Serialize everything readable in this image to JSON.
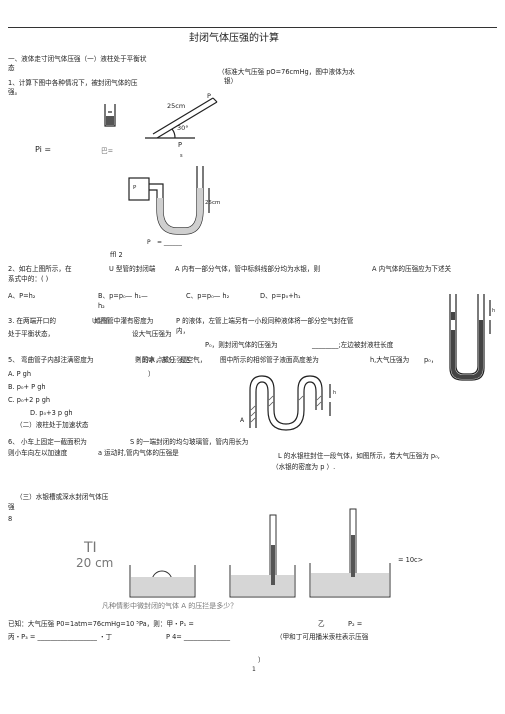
{
  "title": "封闭气体压强的计算",
  "sec1": "一、液体走寸闭气体压强（一）液柱处于平衡状",
  "sec1b": "态",
  "note": "（标准大气压强 pO=76cmHg，图中液体为水",
  "note2": "银）",
  "q1": "1、计算下图中各种情况下，被封闭气体的压",
  "q1b": "强。",
  "fig1": {
    "l25": "25cm",
    "l30": "30°",
    "lp": "P"
  },
  "pi": "Pi =",
  "ba": "巴=",
  "ps": "P",
  "ps2": "s",
  "fig2": {
    "pb": "P",
    "l25": "25cm",
    "pb2": "P",
    "blank": "= ______"
  },
  "ffl": "ffl 2",
  "q2": "2、如右上图所示，在",
  "q2a": "U 型管的封闭端",
  "q2b": "A 内有一部分气体，管中标斜线部分均为水银，则",
  "q2c": "A 内气体的压强应为下述关",
  "q2d": "系式中的：( )",
  "optA": "A、P=h₂",
  "optB": "B、p=p₀—  h₁—",
  "optB2": "h₂",
  "optC": "C、p=p₀—  h₂",
  "optD": "D、p=p₀+h₁",
  "q3": "3. 在两端开口的",
  "q3a": "如图管中灌有密度为",
  "q3b": "U型管",
  "q3c": "P 的液体，左管上端另有一小段同种液体将一部分空气封在管",
  "q3d": "内，",
  "q3e": "设大气压强为",
  "q3f": "处于平衡状态，",
  "q3g": "P₀，则封闭气体的压强为",
  "q3h": "________;左边被封液柱长度",
  "q5": "5、  弯曲管子内部注满密度为",
  "q5a": "P 的水，部分",
  "q5b": "是空气，",
  "q5c": "图中所示的相邻管子液面高度差为",
  "q5d": "h,大气压强为",
  "q5e": "p₀，",
  "q5f": "则图中",
  "q5g": "A 点的压强是（",
  "q5h": "）",
  "a5A": "A.   P gh",
  "a5B": "B.  p₀+ P gh",
  "a5C": "C.  p₀+2 p gh",
  "a5D": "D. p₀+3 p gh",
  "sec2": "（二）液柱处于加速状态",
  "q6": "6、  小车上固定一截面积为",
  "q6a": "S 的一端封闭的均匀玻璃管，管内用长为",
  "q6b": "则小车向左以加速度",
  "q6c": "a 运动时,管内气体的压强是",
  "q6d": "L 的水银柱封住一段气体，如图所示，若大气压强为 p₀,",
  "q6e": "（水银的密度为 p ）.",
  "fig5": {
    "h": "h",
    "a": "A"
  },
  "sec3": "（三）水银槽或深水封闭气体压",
  "sec3b": "强",
  "n8": "8",
  "tl": "TI",
  "cm20": "20 cm",
  "eq10": "= 10c>",
  "ask": "凡种情影中微封闭的气体 A 的压拦是多少？",
  "known": "已知：大气压强  P0=1atm=76cmHg=10 ⁵Pa，则：甲・P₁ =",
  "yi": "乙",
  "p2": "P₂ =",
  "bing": "丙・P₃ = __________________ ・丁",
  "p4": "P 4= ______________",
  "hint": "（甲和丁可用播米汞柱表示压强",
  "hint2": "）",
  "page": "1"
}
